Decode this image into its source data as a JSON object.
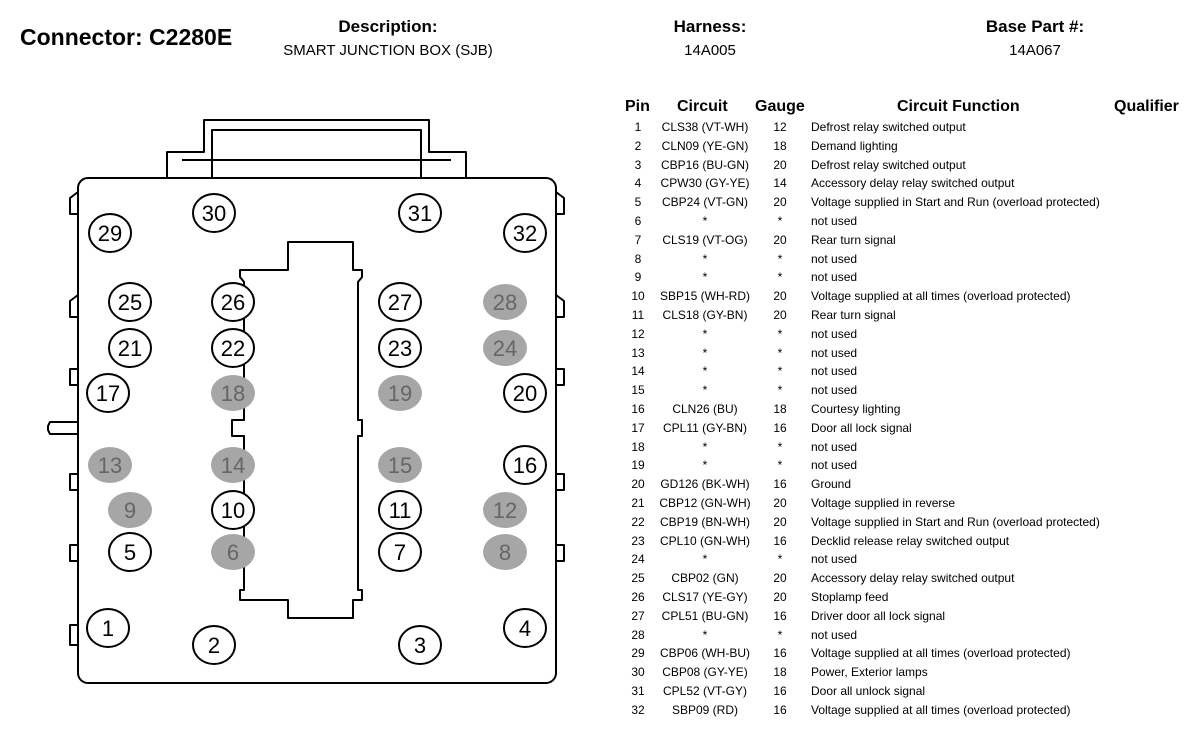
{
  "header": {
    "connector": "Connector: C2280E",
    "description_label": "Description:",
    "description_value": "SMART JUNCTION BOX (SJB)",
    "harness_label": "Harness:",
    "harness_value": "14A005",
    "base_part_label": "Base Part #:",
    "base_part_value": "14A067"
  },
  "colors": {
    "used_pin_fill": "#ffffff",
    "unused_pin_fill": "#a6a6a6",
    "unused_pin_text": "#666666",
    "outline": "#000000"
  },
  "table": {
    "headers": [
      "Pin",
      "Circuit",
      "Gauge",
      "Circuit Function",
      "Qualifier"
    ],
    "rows": [
      [
        "1",
        "CLS38 (VT-WH)",
        "12",
        "Defrost relay switched output"
      ],
      [
        "2",
        "CLN09 (YE-GN)",
        "18",
        "Demand lighting"
      ],
      [
        "3",
        "CBP16 (BU-GN)",
        "20",
        "Defrost relay switched output"
      ],
      [
        "4",
        "CPW30 (GY-YE)",
        "14",
        "Accessory delay relay switched output"
      ],
      [
        "5",
        "CBP24 (VT-GN)",
        "20",
        "Voltage supplied in Start and Run (overload protected)"
      ],
      [
        "6",
        "*",
        "*",
        "not used"
      ],
      [
        "7",
        "CLS19 (VT-OG)",
        "20",
        "Rear turn signal"
      ],
      [
        "8",
        "*",
        "*",
        "not used"
      ],
      [
        "9",
        "*",
        "*",
        "not used"
      ],
      [
        "10",
        "SBP15 (WH-RD)",
        "20",
        "Voltage supplied at all times (overload protected)"
      ],
      [
        "11",
        "CLS18 (GY-BN)",
        "20",
        "Rear turn signal"
      ],
      [
        "12",
        "*",
        "*",
        "not used"
      ],
      [
        "13",
        "*",
        "*",
        "not used"
      ],
      [
        "14",
        "*",
        "*",
        "not used"
      ],
      [
        "15",
        "*",
        "*",
        "not used"
      ],
      [
        "16",
        "CLN26 (BU)",
        "18",
        "Courtesy lighting"
      ],
      [
        "17",
        "CPL11 (GY-BN)",
        "16",
        "Door all lock signal"
      ],
      [
        "18",
        "*",
        "*",
        "not used"
      ],
      [
        "19",
        "*",
        "*",
        "not used"
      ],
      [
        "20",
        "GD126 (BK-WH)",
        "16",
        "Ground"
      ],
      [
        "21",
        "CBP12 (GN-WH)",
        "20",
        "Voltage supplied in reverse"
      ],
      [
        "22",
        "CBP19 (BN-WH)",
        "20",
        "Voltage supplied in Start and Run (overload protected)"
      ],
      [
        "23",
        "CPL10 (GN-WH)",
        "16",
        "Decklid release relay switched output"
      ],
      [
        "24",
        "*",
        "*",
        "not used"
      ],
      [
        "25",
        "CBP02 (GN)",
        "20",
        "Accessory delay relay switched output"
      ],
      [
        "26",
        "CLS17 (YE-GY)",
        "20",
        "Stoplamp feed"
      ],
      [
        "27",
        "CPL51 (BU-GN)",
        "16",
        "Driver door all lock signal"
      ],
      [
        "28",
        "*",
        "*",
        "not used"
      ],
      [
        "29",
        "CBP06 (WH-BU)",
        "16",
        "Voltage supplied at all times (overload protected)"
      ],
      [
        "30",
        "CBP08 (GY-YE)",
        "18",
        "Power, Exterior lamps"
      ],
      [
        "31",
        "CPL52 (VT-GY)",
        "16",
        "Door all unlock signal"
      ],
      [
        "32",
        "SBP09 (RD)",
        "16",
        "Voltage supplied at all times (overload protected)"
      ]
    ]
  },
  "diagram": {
    "pins": [
      {
        "label": "1",
        "used": true
      },
      {
        "label": "2",
        "used": true
      },
      {
        "label": "3",
        "used": true
      },
      {
        "label": "4",
        "used": true
      },
      {
        "label": "5",
        "used": true
      },
      {
        "label": "6",
        "used": false
      },
      {
        "label": "7",
        "used": true
      },
      {
        "label": "8",
        "used": false
      },
      {
        "label": "9",
        "used": false
      },
      {
        "label": "10",
        "used": true
      },
      {
        "label": "11",
        "used": true
      },
      {
        "label": "12",
        "used": false
      },
      {
        "label": "13",
        "used": false
      },
      {
        "label": "14",
        "used": false
      },
      {
        "label": "15",
        "used": false
      },
      {
        "label": "16",
        "used": true
      },
      {
        "label": "17",
        "used": true
      },
      {
        "label": "18",
        "used": false
      },
      {
        "label": "19",
        "used": false
      },
      {
        "label": "20",
        "used": true
      },
      {
        "label": "21",
        "used": true
      },
      {
        "label": "22",
        "used": true
      },
      {
        "label": "23",
        "used": true
      },
      {
        "label": "24",
        "used": false
      },
      {
        "label": "25",
        "used": true
      },
      {
        "label": "26",
        "used": true
      },
      {
        "label": "27",
        "used": true
      },
      {
        "label": "28",
        "used": false
      },
      {
        "label": "29",
        "used": true
      },
      {
        "label": "30",
        "used": true
      },
      {
        "label": "31",
        "used": true
      },
      {
        "label": "32",
        "used": true
      }
    ]
  }
}
